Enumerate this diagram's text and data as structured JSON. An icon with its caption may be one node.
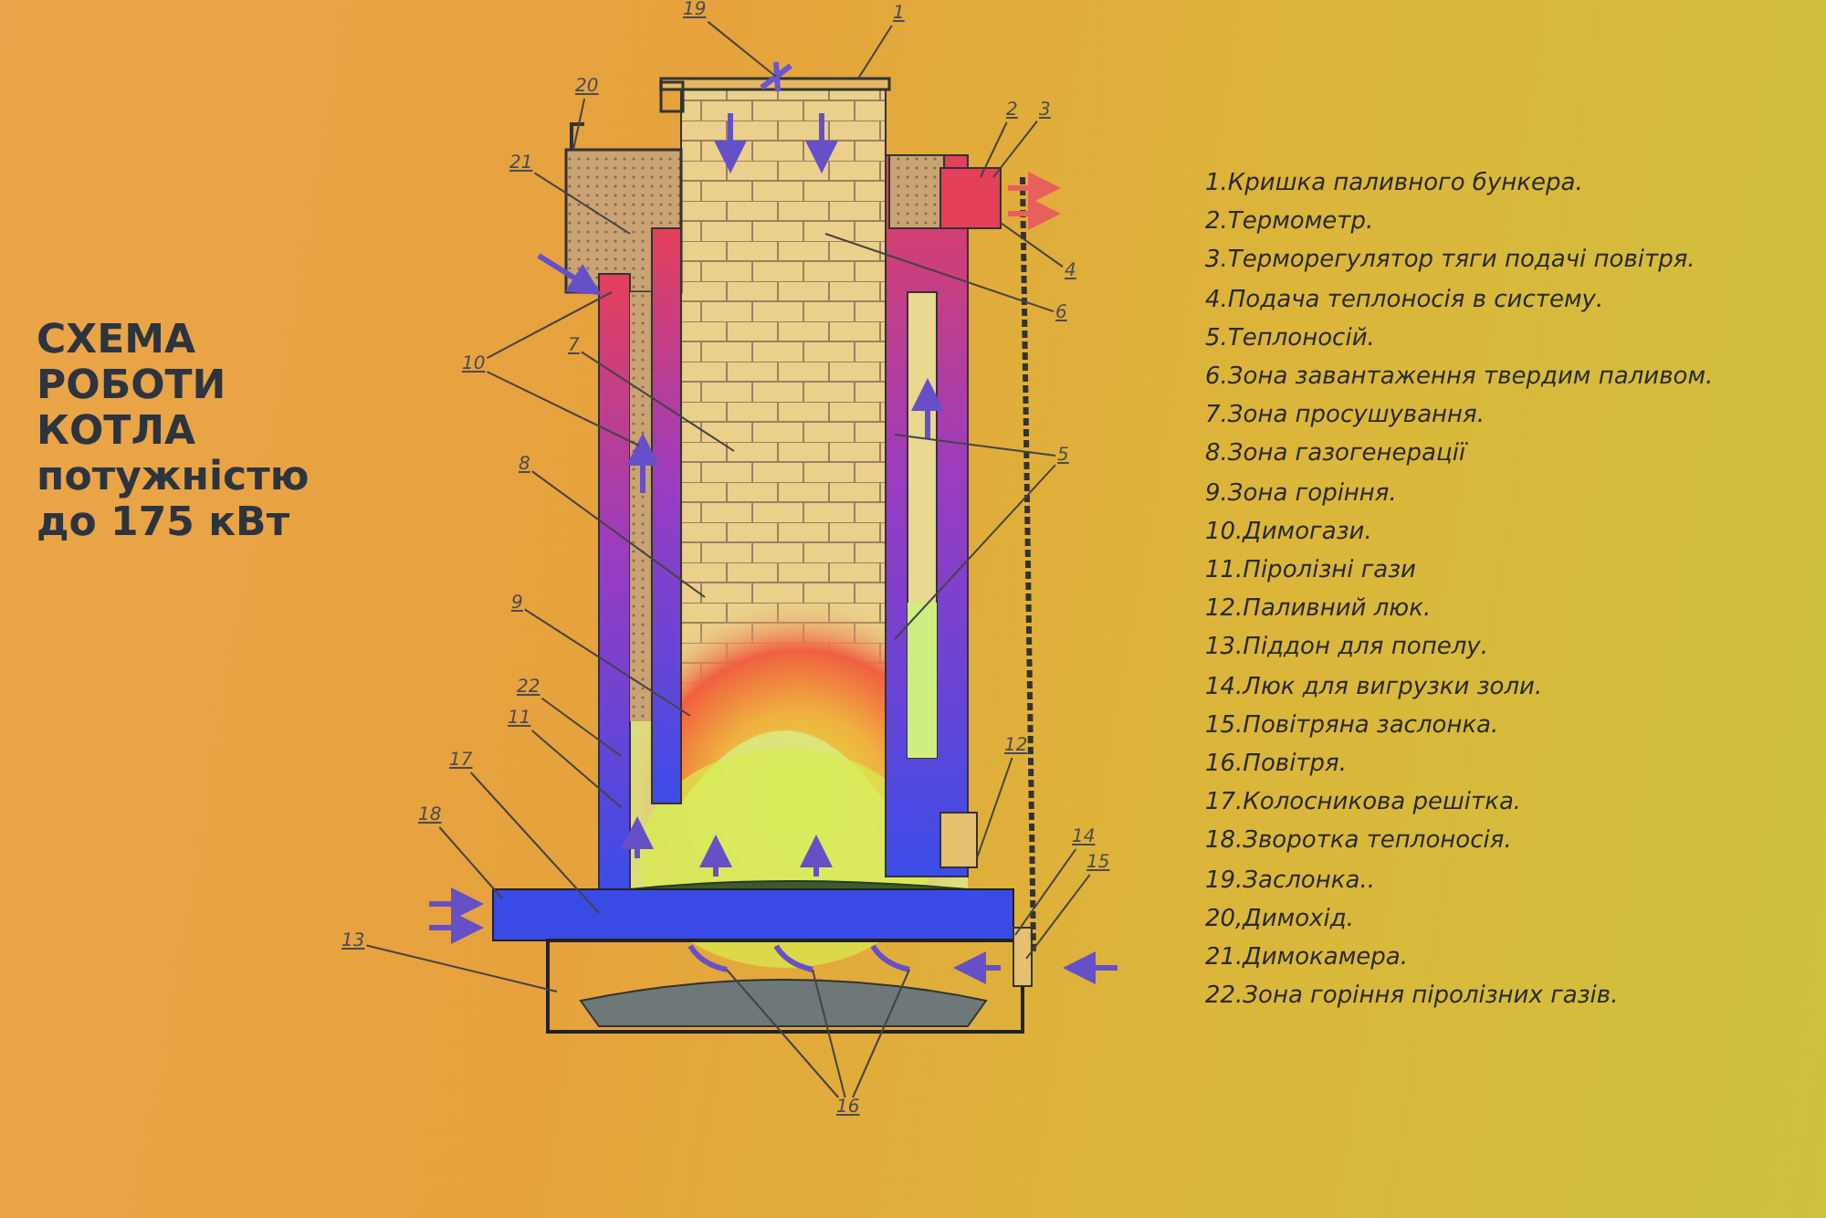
{
  "diagram": {
    "title": "СХЕМА РОБОТИ КОТЛА потужністю до 175 кВт",
    "nodes": [
      {
        "text": [
          "19"
        ]
      },
      {
        "text": [
          "1"
        ]
      },
      {
        "text": [
          "20"
        ]
      },
      {
        "text": [
          "2"
        ]
      },
      {
        "text": [
          "3"
        ]
      },
      {
        "text": [
          "21"
        ]
      },
      {
        "text": [
          "4"
        ]
      },
      {
        "text": [
          "6"
        ]
      },
      {
        "text": [
          "7"
        ]
      },
      {
        "text": [
          "10"
        ]
      },
      {
        "text": [
          "5"
        ]
      },
      {
        "text": [
          "8"
        ]
      },
      {
        "text": [
          "9"
        ]
      },
      {
        "text": [
          "22"
        ]
      },
      {
        "text": [
          "11"
        ]
      },
      {
        "text": [
          "12"
        ]
      },
      {
        "text": [
          "17"
        ]
      },
      {
        "text": [
          "18"
        ]
      },
      {
        "text": [
          "14"
        ]
      },
      {
        "text": [
          "15"
        ]
      },
      {
        "text": [
          "13"
        ]
      },
      {
        "text": [
          "16"
        ]
      }
    ],
    "edges": [
      {
        "from": 0,
        "to": null,
        "arrow": "none"
      },
      {
        "from": 1,
        "to": null,
        "arrow": "none"
      },
      {
        "from": 2,
        "to": null,
        "arrow": "none"
      },
      {
        "from": 3,
        "to": null,
        "arrow": "none"
      },
      {
        "from": 4,
        "to": null,
        "arrow": "none"
      },
      {
        "from": 5,
        "to": null,
        "arrow": "none"
      },
      {
        "from": 6,
        "to": null,
        "arrow": "none"
      },
      {
        "from": 7,
        "to": null,
        "arrow": "none"
      },
      {
        "from": 8,
        "to": null,
        "arrow": "none"
      },
      {
        "from": 9,
        "to": null,
        "arrow": "none"
      },
      {
        "from": 9,
        "to": null,
        "arrow": "none"
      },
      {
        "from": 10,
        "to": null,
        "arrow": "none"
      },
      {
        "from": 10,
        "to": null,
        "arrow": "none"
      },
      {
        "from": 11,
        "to": null,
        "arrow": "none"
      },
      {
        "from": 12,
        "to": null,
        "arrow": "none"
      },
      {
        "from": 13,
        "to": null,
        "arrow": "none"
      },
      {
        "from": 14,
        "to": null,
        "arrow": "none"
      },
      {
        "from": 15,
        "to": null,
        "arrow": "none"
      },
      {
        "from": 16,
        "to": null,
        "arrow": "none"
      },
      {
        "from": 17,
        "to": null,
        "arrow": "none"
      },
      {
        "from": 18,
        "to": null,
        "arrow": "none"
      },
      {
        "from": 19,
        "to": null,
        "arrow": "none"
      },
      {
        "from": 20,
        "to": null,
        "arrow": "none"
      },
      {
        "from": 21,
        "to": null,
        "arrow": "none"
      },
      {
        "from": 21,
        "to": null,
        "arrow": "none"
      },
      {
        "from": 21,
        "to": null,
        "arrow": "none"
      }
    ],
    "labels": [
      "1.Кришка паливного бункера.",
      "2.Термометр.",
      "3.Терморегулятор тяги подачі повітря.",
      "4.Подача теплоносія в систему.",
      "5.Теплоносій.",
      "6.Зона завантаження твердим паливом.",
      "7.Зона просушування.",
      "8.Зона газогенерації",
      "9.Зона горіння.",
      "10.Димогази.",
      "11.Піролізні гази",
      "12.Паливний люк.",
      "13.Піддон для попелу.",
      "14.Люк для вигрузки золи.",
      "15.Повітряна заслонка.",
      "16.Повітря.",
      "17.Колосникова решітка.",
      "18.Зворотка теплоносія.",
      "19.Заслонка..",
      "20,Димохід.",
      "21.Димокамера.",
      "22.Зона горіння піролізних газів."
    ]
  }
}
